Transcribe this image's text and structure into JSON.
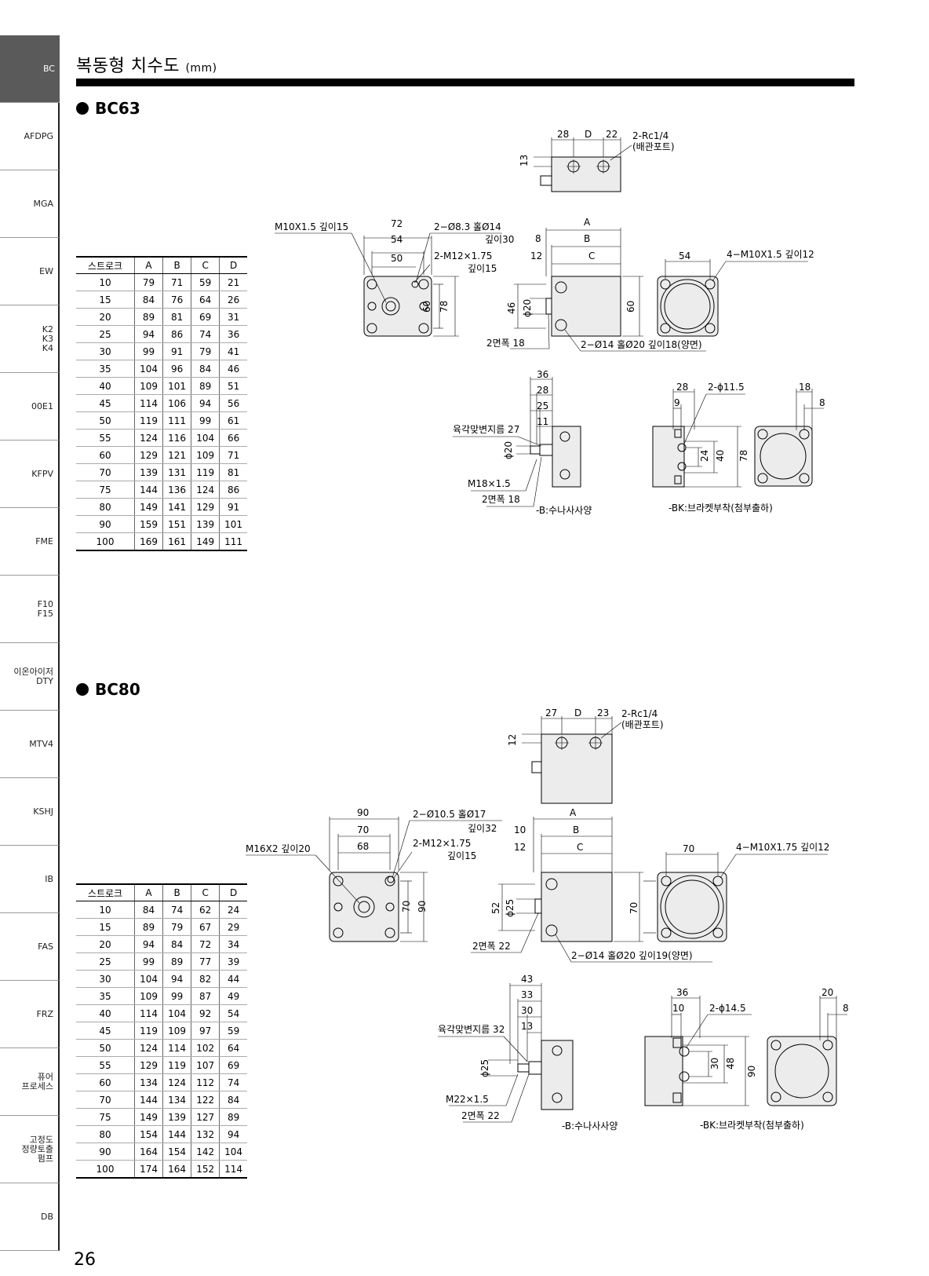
{
  "sidebar": {
    "items": [
      {
        "label": "BC",
        "active": true
      },
      {
        "label": "AFDPG"
      },
      {
        "label": "MGA"
      },
      {
        "label": "EW"
      },
      {
        "label": "K2\nK3\nK4"
      },
      {
        "label": "00E1"
      },
      {
        "label": "KFPV"
      },
      {
        "label": "FME"
      },
      {
        "label": "F10\nF15"
      },
      {
        "label": "이온아이저\nDTY"
      },
      {
        "label": "MTV4"
      },
      {
        "label": "KSHJ"
      },
      {
        "label": "IB"
      },
      {
        "label": "FAS"
      },
      {
        "label": "FRZ"
      },
      {
        "label": "퓨어\n프로세스"
      },
      {
        "label": "고정도\n정량토출\n펌프"
      },
      {
        "label": "DB"
      }
    ]
  },
  "page": {
    "title": "복동형 치수도",
    "unit": "(mm)",
    "number": "26"
  },
  "sections": [
    {
      "heading": "BC63",
      "table": {
        "headers": [
          "스트로크",
          "A",
          "B",
          "C",
          "D"
        ],
        "rows": [
          [
            "10",
            "79",
            "71",
            "59",
            "21"
          ],
          [
            "15",
            "84",
            "76",
            "64",
            "26"
          ],
          [
            "20",
            "89",
            "81",
            "69",
            "31"
          ],
          [
            "25",
            "94",
            "86",
            "74",
            "36"
          ],
          [
            "30",
            "99",
            "91",
            "79",
            "41"
          ],
          [
            "35",
            "104",
            "96",
            "84",
            "46"
          ],
          [
            "40",
            "109",
            "101",
            "89",
            "51"
          ],
          [
            "45",
            "114",
            "106",
            "94",
            "56"
          ],
          [
            "50",
            "119",
            "111",
            "99",
            "61"
          ],
          [
            "55",
            "124",
            "116",
            "104",
            "66"
          ],
          [
            "60",
            "129",
            "121",
            "109",
            "71"
          ],
          [
            "70",
            "139",
            "131",
            "119",
            "81"
          ],
          [
            "75",
            "144",
            "136",
            "124",
            "86"
          ],
          [
            "80",
            "149",
            "141",
            "129",
            "91"
          ],
          [
            "90",
            "159",
            "151",
            "139",
            "101"
          ],
          [
            "100",
            "169",
            "161",
            "149",
            "111"
          ]
        ]
      },
      "labels": {
        "front_thread": "M10X1.5 깊이15",
        "d72": "72",
        "d54": "54",
        "d50": "50",
        "hole": "2−Ø8.3 홀Ø14",
        "hole_depth": "깊이30",
        "tap": "2-M12×1.75",
        "tap_depth": "깊이15",
        "h60": "60",
        "h78": "78",
        "top_28": "28",
        "top_D": "D",
        "top_22": "22",
        "top_13": "13",
        "port": "2-Rc1/4",
        "port_note": "(배관포트)",
        "A": "A",
        "B": "B",
        "C": "C",
        "s8": "8",
        "s12": "12",
        "h46": "46",
        "phi20": "ϕ20",
        "side60": "60",
        "flat": "2면폭 18",
        "side_hole": "2−Ø14 홀Ø20 깊이18(양면)",
        "r54": "54",
        "r_tap": "4−M10X1.5 깊이12",
        "b36": "36",
        "b28": "28",
        "b25": "25",
        "b11": "11",
        "hex": "육각맞변지름 27",
        "bphi": "ϕ20",
        "bthread": "M18×1.5",
        "bflat": "2면폭 18",
        "b_caption": "-B:수나사사양",
        "k28": "28",
        "k9": "9",
        "khole": "2-ϕ11.5",
        "k18": "18",
        "k8": "8",
        "k24": "24",
        "k40": "40",
        "k78": "78",
        "k_caption": "-BK:브라켓부착(첨부출하)"
      }
    },
    {
      "heading": "BC80",
      "table": {
        "headers": [
          "스트로크",
          "A",
          "B",
          "C",
          "D"
        ],
        "rows": [
          [
            "10",
            "84",
            "74",
            "62",
            "24"
          ],
          [
            "15",
            "89",
            "79",
            "67",
            "29"
          ],
          [
            "20",
            "94",
            "84",
            "72",
            "34"
          ],
          [
            "25",
            "99",
            "89",
            "77",
            "39"
          ],
          [
            "30",
            "104",
            "94",
            "82",
            "44"
          ],
          [
            "35",
            "109",
            "99",
            "87",
            "49"
          ],
          [
            "40",
            "114",
            "104",
            "92",
            "54"
          ],
          [
            "45",
            "119",
            "109",
            "97",
            "59"
          ],
          [
            "50",
            "124",
            "114",
            "102",
            "64"
          ],
          [
            "55",
            "129",
            "119",
            "107",
            "69"
          ],
          [
            "60",
            "134",
            "124",
            "112",
            "74"
          ],
          [
            "70",
            "144",
            "134",
            "122",
            "84"
          ],
          [
            "75",
            "149",
            "139",
            "127",
            "89"
          ],
          [
            "80",
            "154",
            "144",
            "132",
            "94"
          ],
          [
            "90",
            "164",
            "154",
            "142",
            "104"
          ],
          [
            "100",
            "174",
            "164",
            "152",
            "114"
          ]
        ]
      },
      "labels": {
        "front_thread": "M16X2 깊이20",
        "d72": "90",
        "d54": "70",
        "d50": "68",
        "hole": "2−Ø10.5 홀Ø17",
        "hole_depth": "깊이32",
        "tap": "2-M12×1.75",
        "tap_depth": "깊이15",
        "h60": "70",
        "h78": "90",
        "top_28": "27",
        "top_D": "D",
        "top_22": "23",
        "top_13": "12",
        "port": "2-Rc1/4",
        "port_note": "(배관포트)",
        "A": "A",
        "B": "B",
        "C": "C",
        "s8": "10",
        "s12": "12",
        "h46": "52",
        "phi20": "ϕ25",
        "side60": "70",
        "flat": "2면폭 22",
        "side_hole": "2−Ø14 홀Ø20 깊이19(양면)",
        "r54": "70",
        "r_tap": "4−M10X1.75 깊이12",
        "b36": "43",
        "b28": "33",
        "b25": "30",
        "b11": "13",
        "hex": "육각맞변지름 32",
        "bphi": "ϕ25",
        "bthread": "M22×1.5",
        "bflat": "2면폭 22",
        "b_caption": "-B:수나사사양",
        "k28": "36",
        "k9": "10",
        "khole": "2-ϕ14.5",
        "k18": "20",
        "k8": "8",
        "k24": "30",
        "k40": "48",
        "k78": "90",
        "k_caption": "-BK:브라켓부착(첨부출하)"
      }
    }
  ]
}
